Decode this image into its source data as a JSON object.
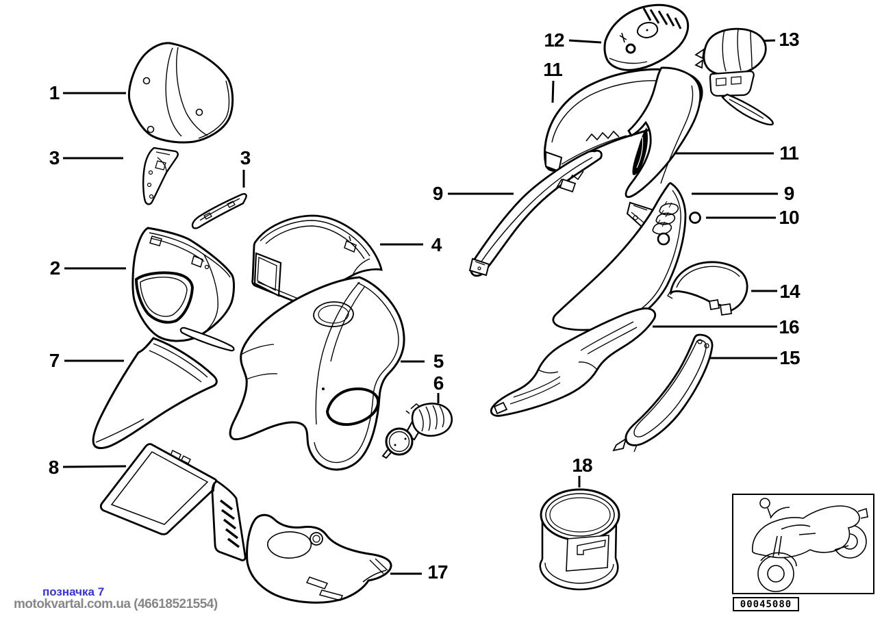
{
  "page": {
    "type": "exploded-parts-diagram",
    "background": "#ffffff"
  },
  "callouts": [
    {
      "label": "1"
    },
    {
      "label": "3"
    },
    {
      "label": "3"
    },
    {
      "label": "2"
    },
    {
      "label": "7"
    },
    {
      "label": "8"
    },
    {
      "label": "4"
    },
    {
      "label": "5"
    },
    {
      "label": "6"
    },
    {
      "label": "17"
    },
    {
      "label": "12"
    },
    {
      "label": "11"
    },
    {
      "label": "13"
    },
    {
      "label": "11"
    },
    {
      "label": "9"
    },
    {
      "label": "9"
    },
    {
      "label": "10"
    },
    {
      "label": "14"
    },
    {
      "label": "16"
    },
    {
      "label": "15"
    },
    {
      "label": "18"
    }
  ],
  "footer": {
    "marker_text": "позначка 7",
    "watermark_text": "motokvartal.com.ua (46618521554)"
  },
  "part_image": {
    "code": "00045080"
  },
  "colors": {
    "line": "#000000",
    "marker_blue": "#3232e0",
    "watermark_gray": "#878787",
    "background": "#ffffff"
  }
}
